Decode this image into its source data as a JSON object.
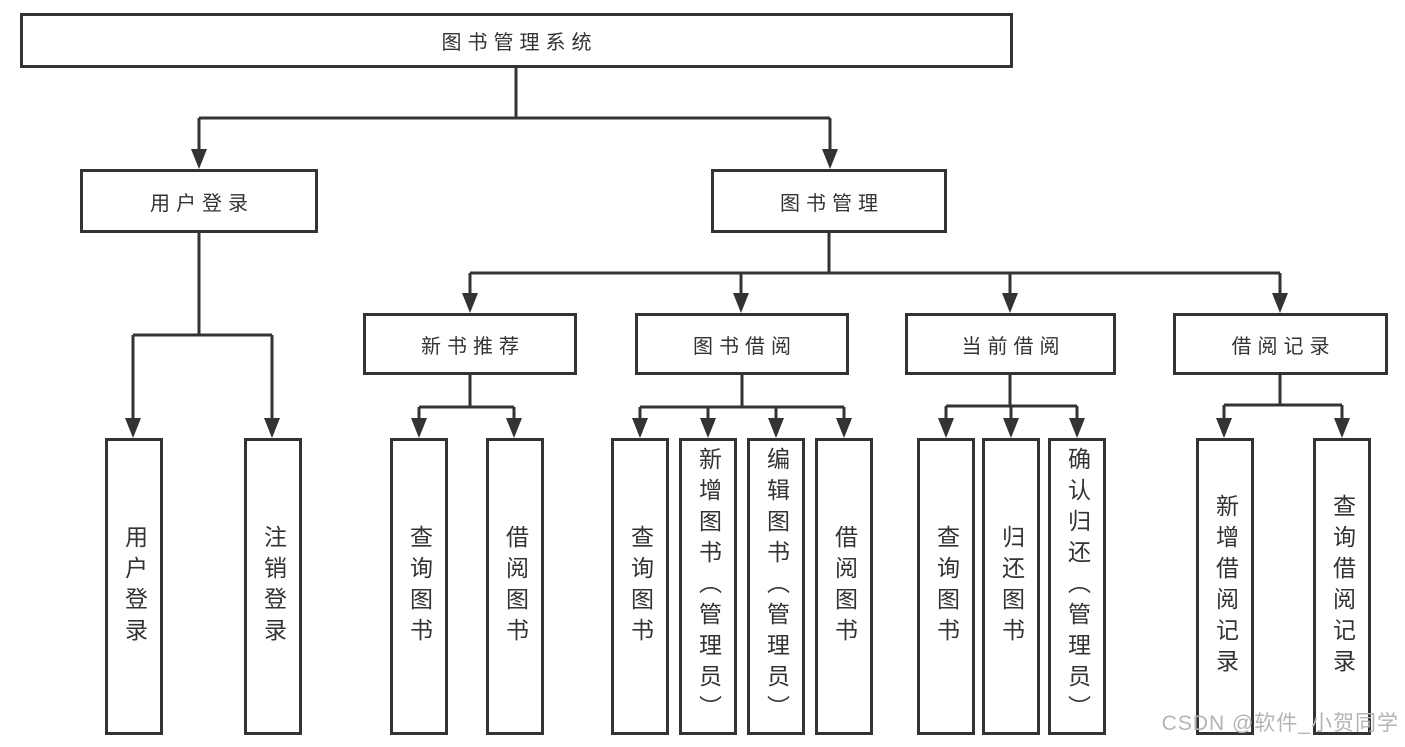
{
  "diagram": {
    "title": "图书管理系统",
    "level2": {
      "user_login": "用户登录",
      "book_mgmt": "图书管理"
    },
    "level3": {
      "new_books": "新书推荐",
      "borrow": "图书借阅",
      "current": "当前借阅",
      "records": "借阅记录"
    },
    "leaves": {
      "user_login": [
        "用户登录",
        "注销登录"
      ],
      "new_books": [
        "查询图书",
        "借阅图书"
      ],
      "borrow": [
        "查询图书",
        "新增图书（管理员）",
        "编辑图书（管理员）",
        "借阅图书"
      ],
      "current": [
        "查询图书",
        "归还图书",
        "确认归还（管理员）"
      ],
      "records": [
        "新增借阅记录",
        "查询借阅记录"
      ]
    },
    "colors": {
      "line": "#333333",
      "text": "#333333",
      "background": "#ffffff",
      "watermark": "#b4b4b4"
    },
    "watermark": "CSDN @软件_小贺同学"
  }
}
